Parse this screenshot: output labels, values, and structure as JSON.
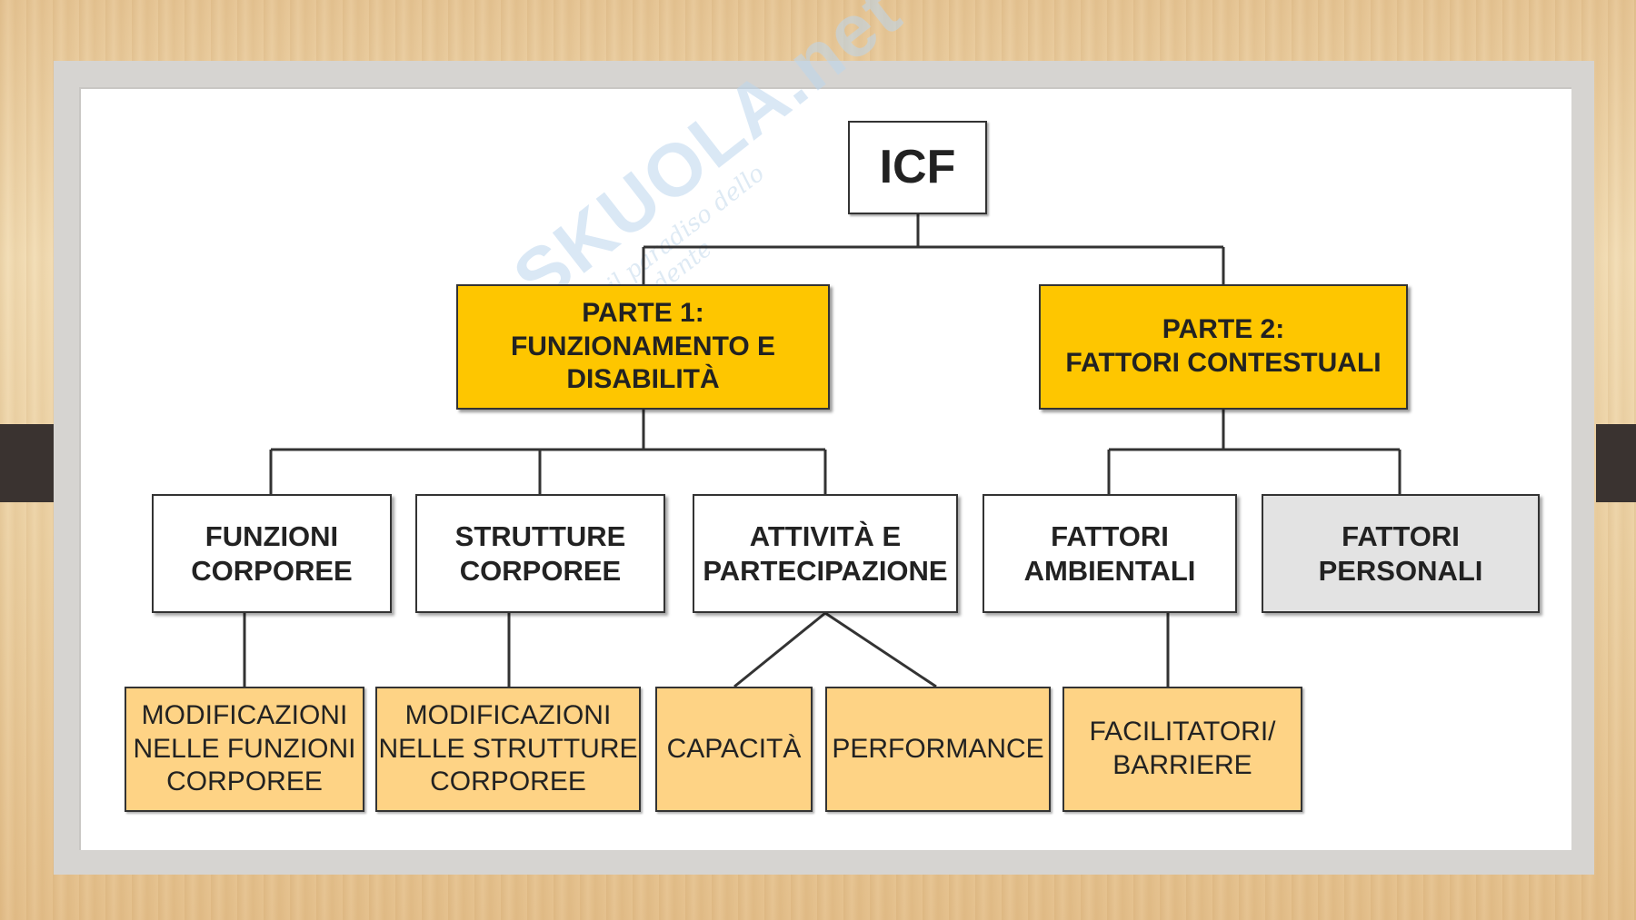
{
  "watermark": {
    "brand": "SKUOLA.net",
    "tagline": "il paradiso dello studente"
  },
  "colors": {
    "part_fill": "#fec600",
    "leaf_fill": "#fed385",
    "personal_fill": "#e3e3e3",
    "line": "#333333"
  },
  "diagram": {
    "root": {
      "label": "ICF"
    },
    "part1": {
      "label": "PARTE 1:\nFUNZIONAMENTO E\nDISABILITÀ"
    },
    "part2": {
      "label": "PARTE 2:\nFATTORI CONTESTUALI"
    },
    "components": [
      {
        "label": "FUNZIONI\nCORPOREE"
      },
      {
        "label": "STRUTTURE\nCORPOREE"
      },
      {
        "label": "ATTIVITÀ E\nPARTECIPAZIONE"
      },
      {
        "label": "FATTORI\nAMBIENTALI"
      },
      {
        "label": "FATTORI\nPERSONALI"
      }
    ],
    "leaves": [
      {
        "label": "MODIFICAZIONI\nNELLE FUNZIONI\nCORPOREE"
      },
      {
        "label": "MODIFICAZIONI\nNELLE STRUTTURE\nCORPOREE"
      },
      {
        "label": "CAPACITÀ"
      },
      {
        "label": "PERFORMANCE"
      },
      {
        "label": "FACILITATORI/\nBARRIERE"
      }
    ]
  }
}
